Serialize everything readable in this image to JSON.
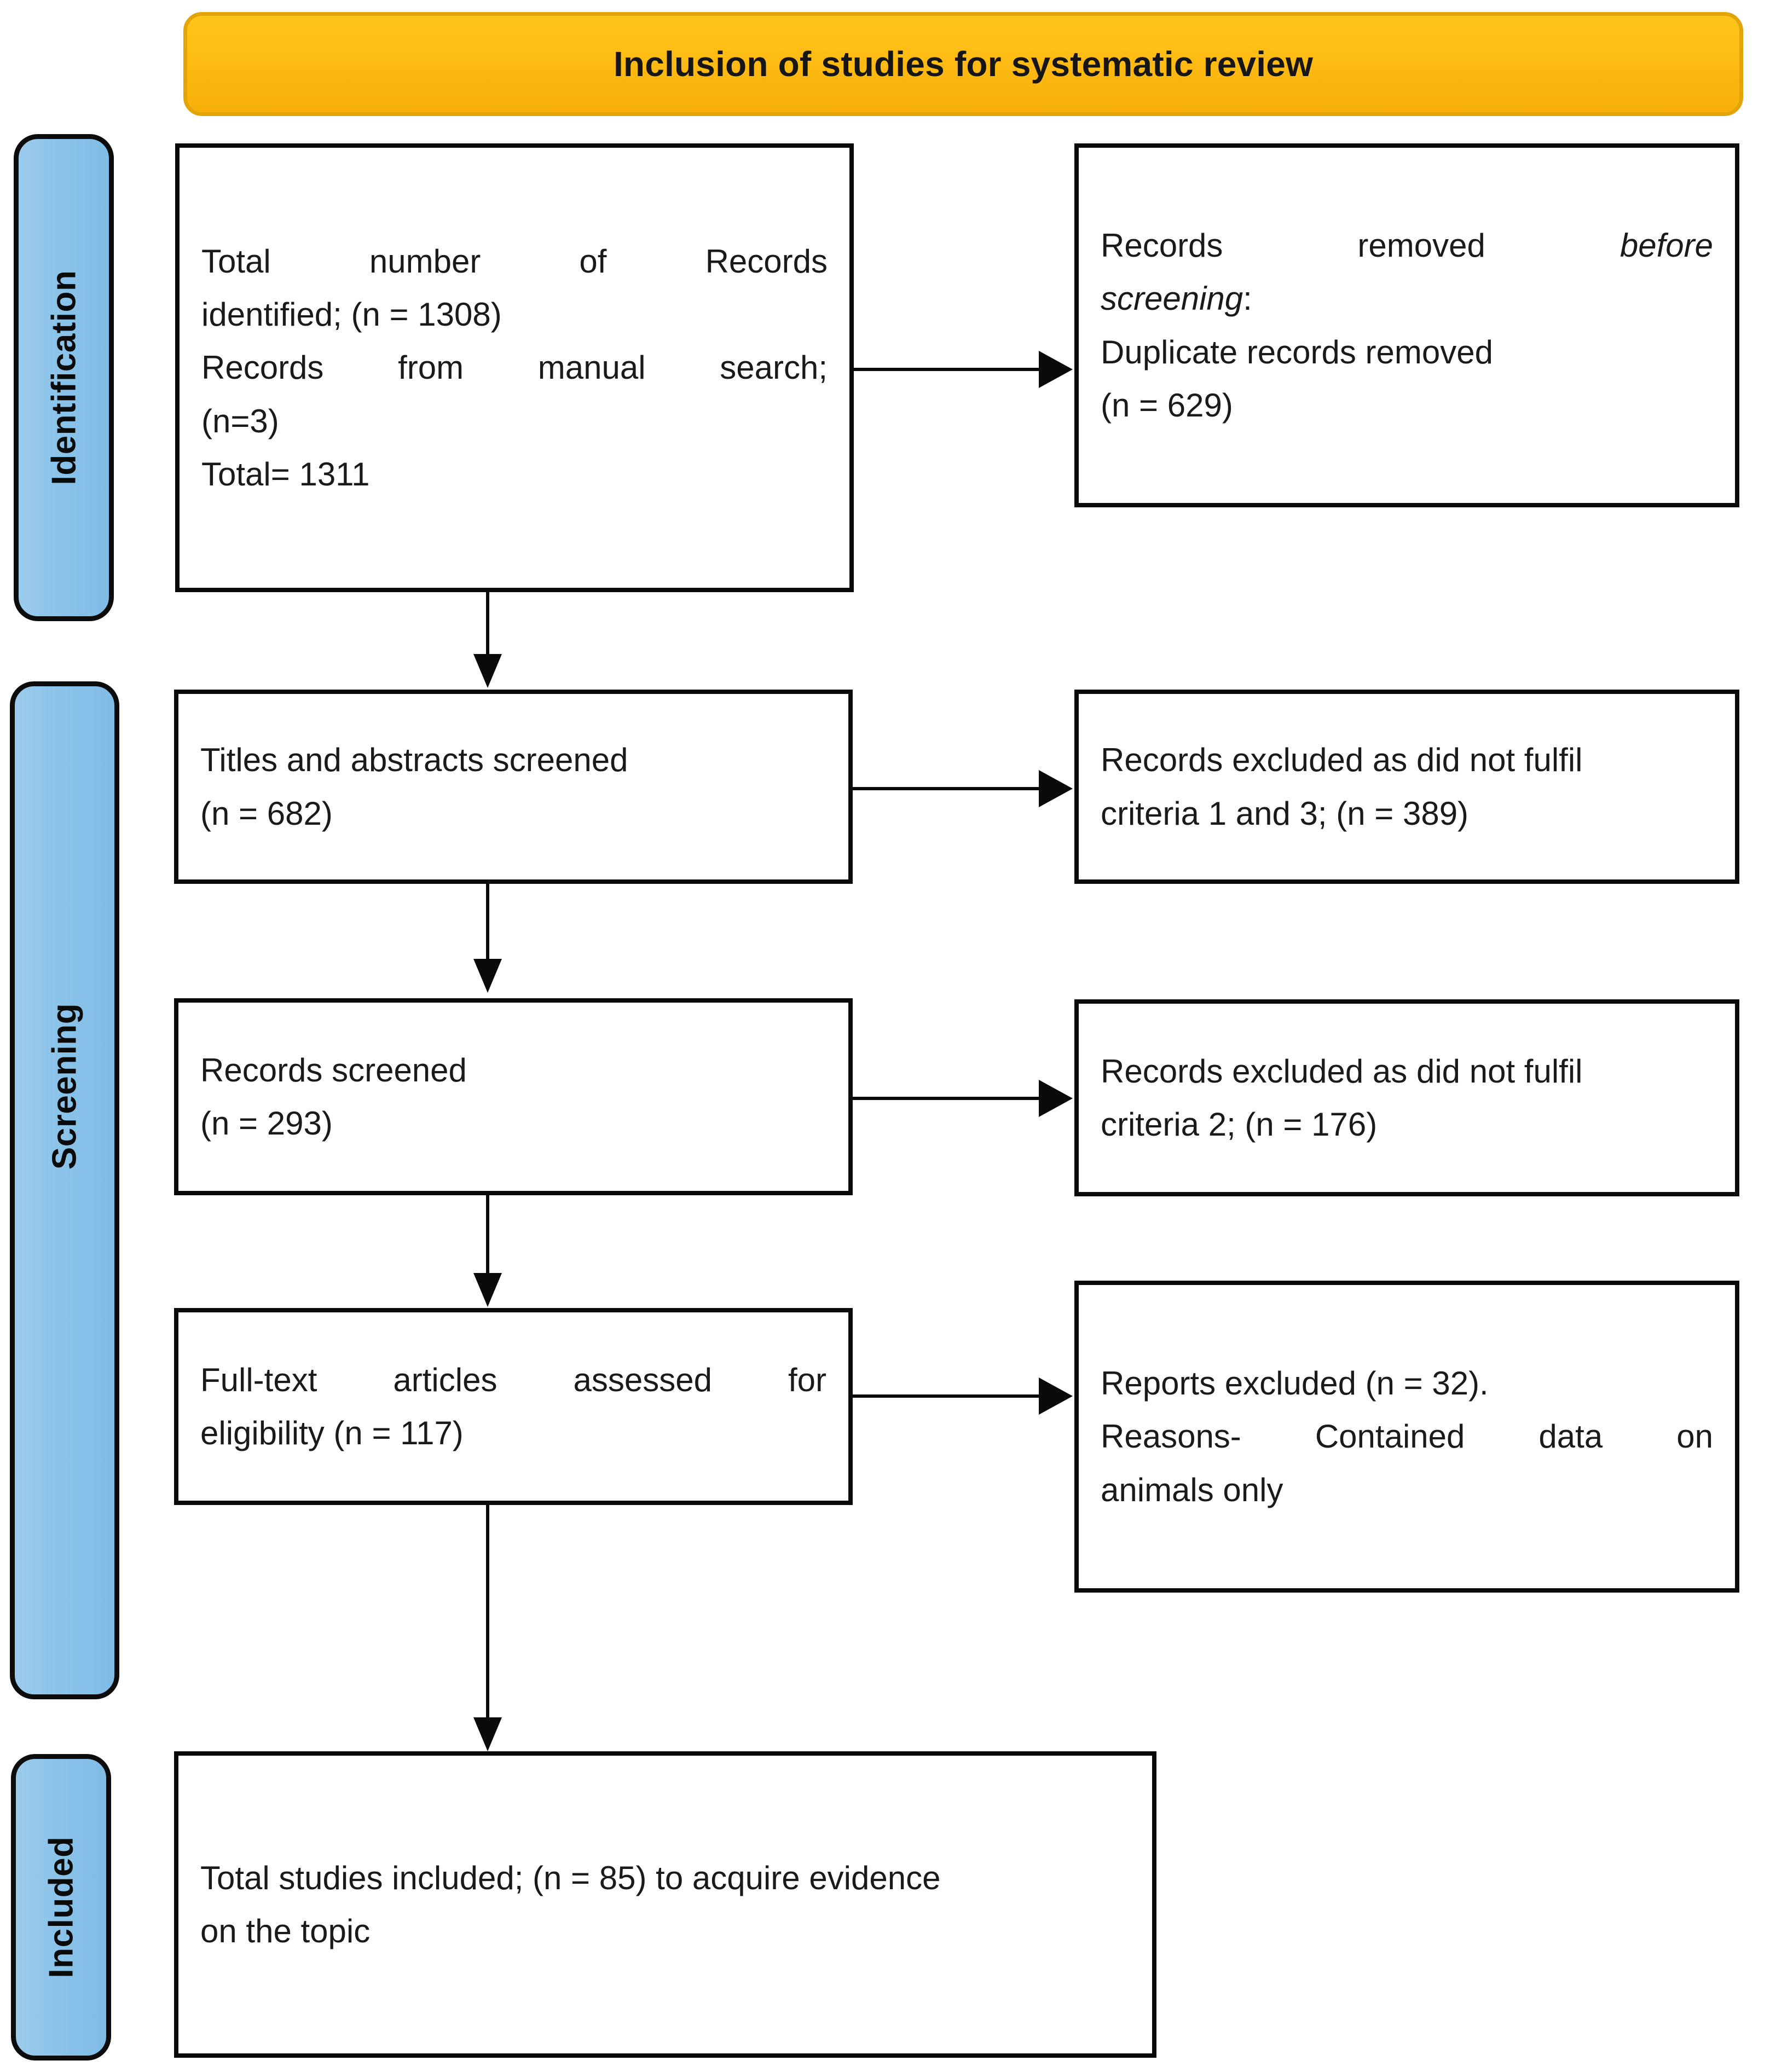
{
  "banner": {
    "title": "Inclusion of studies for systematic review",
    "color": "#FDB913"
  },
  "phases": [
    {
      "label": "Identification",
      "color": "#8BC3E9"
    },
    {
      "label": "Screening",
      "color": "#8BC3E9"
    },
    {
      "label": "Included",
      "color": "#8BC3E9"
    }
  ],
  "boxes": {
    "identified": {
      "line1": "Total number of Records",
      "line2": "identified; (n = 1308)",
      "line3": "Records from manual search;",
      "line4": "(n=3)",
      "line5": "Total= 1311"
    },
    "removed_before_screening": {
      "line1": "Records removed",
      "line1_italic": "before",
      "line2_italic": "screening",
      "line2_tail": ":",
      "line3": "Duplicate records removed",
      "line4": "(n = 629)"
    },
    "titles_abstracts": {
      "line1": "Titles and abstracts screened",
      "line2": "(n = 682)"
    },
    "excluded_criteria_1_3": {
      "line1": "Records excluded as did not fulfil",
      "line2": "criteria 1 and 3; (n = 389)"
    },
    "records_screened": {
      "line1": "Records screened",
      "line2": "(n = 293)"
    },
    "excluded_criteria_2": {
      "line1": "Records excluded as did not fulfil",
      "line2": "criteria 2; (n = 176)"
    },
    "fulltext_assessed": {
      "line1": "Full-text articles assessed for",
      "line2": "eligibility (n = 117)"
    },
    "reports_excluded": {
      "line1": "Reports excluded (n = 32).",
      "line2": "Reasons-  Contained  data  on",
      "line3": "animals only"
    },
    "total_included": {
      "line1": "Total studies included; (n = 85) to acquire evidence",
      "line2": "on the topic"
    }
  },
  "chart_data": {
    "type": "diagram",
    "title": "Inclusion of studies for systematic review",
    "diagram_kind": "PRISMA flow diagram",
    "phases": [
      "Identification",
      "Screening",
      "Included"
    ],
    "nodes": [
      {
        "id": "identified",
        "phase": "Identification",
        "text": "Total number of Records identified; (n = 1308) Records from manual search; (n=3) Total= 1311",
        "n": 1311
      },
      {
        "id": "removed_before_screening",
        "phase": "Identification",
        "text": "Records removed before screening: Duplicate records removed (n = 629)",
        "n": 629
      },
      {
        "id": "titles_abstracts",
        "phase": "Screening",
        "text": "Titles and abstracts screened (n = 682)",
        "n": 682
      },
      {
        "id": "excluded_criteria_1_3",
        "phase": "Screening",
        "text": "Records excluded as did not fulfil criteria 1 and 3; (n = 389)",
        "n": 389
      },
      {
        "id": "records_screened",
        "phase": "Screening",
        "text": "Records screened (n = 293)",
        "n": 293
      },
      {
        "id": "excluded_criteria_2",
        "phase": "Screening",
        "text": "Records excluded as did not fulfil criteria 2; (n = 176)",
        "n": 176
      },
      {
        "id": "fulltext_assessed",
        "phase": "Screening",
        "text": "Full-text articles assessed for eligibility (n = 117)",
        "n": 117
      },
      {
        "id": "reports_excluded",
        "phase": "Screening",
        "text": "Reports excluded (n = 32). Reasons- Contained data on animals only",
        "n": 32
      },
      {
        "id": "total_included",
        "phase": "Included",
        "text": "Total studies included; (n = 85) to acquire evidence on the topic",
        "n": 85
      }
    ],
    "edges": [
      {
        "from": "identified",
        "to": "removed_before_screening",
        "direction": "right"
      },
      {
        "from": "identified",
        "to": "titles_abstracts",
        "direction": "down"
      },
      {
        "from": "titles_abstracts",
        "to": "excluded_criteria_1_3",
        "direction": "right"
      },
      {
        "from": "titles_abstracts",
        "to": "records_screened",
        "direction": "down"
      },
      {
        "from": "records_screened",
        "to": "excluded_criteria_2",
        "direction": "right"
      },
      {
        "from": "records_screened",
        "to": "fulltext_assessed",
        "direction": "down"
      },
      {
        "from": "fulltext_assessed",
        "to": "reports_excluded",
        "direction": "right"
      },
      {
        "from": "fulltext_assessed",
        "to": "total_included",
        "direction": "down"
      }
    ]
  }
}
